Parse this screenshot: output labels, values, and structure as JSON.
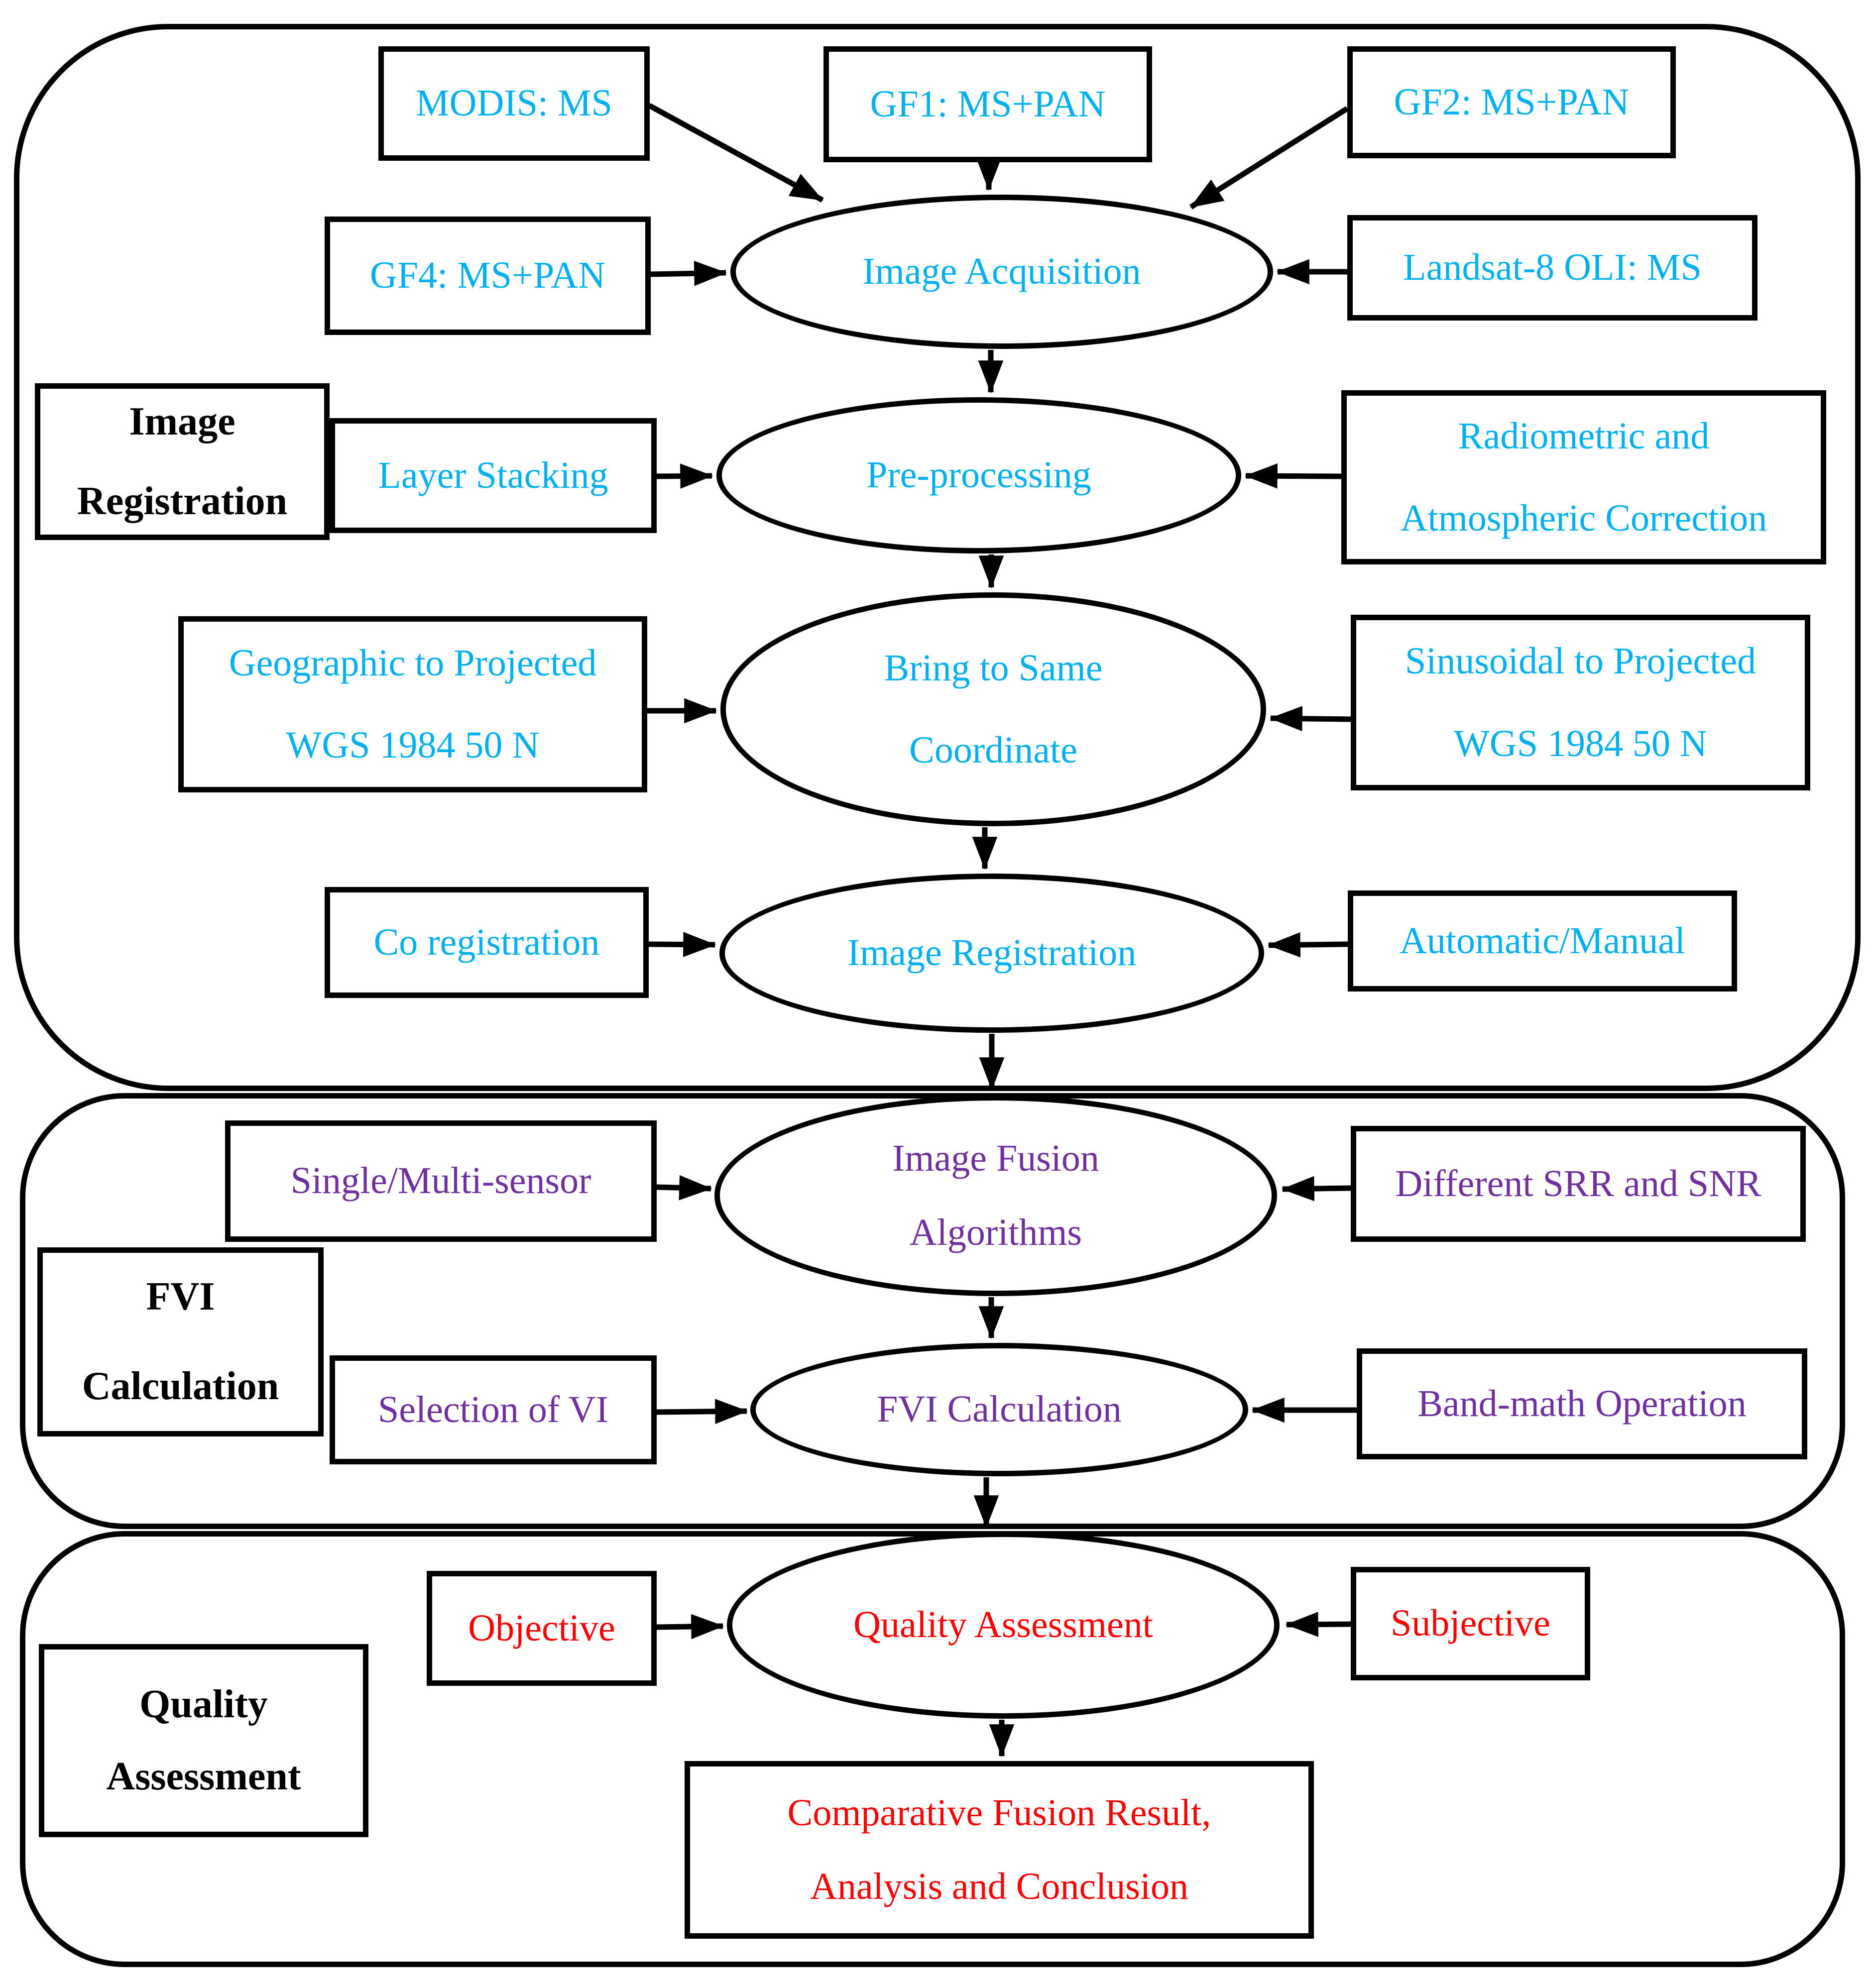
{
  "colors": {
    "cyan": "#00B0F0",
    "purple": "#7030A0",
    "red": "#FF0000",
    "line": "#000000",
    "bg": "#FFFFFF"
  },
  "s1": {
    "label": {
      "line1": "Image",
      "line2": "Registration"
    },
    "modis": "MODIS: MS",
    "gf1": "GF1: MS+PAN",
    "gf2": "GF2: MS+PAN",
    "gf4": "GF4: MS+PAN",
    "landsat": "Landsat-8 OLI: MS",
    "acquisition": "Image Acquisition",
    "layer_stacking": "Layer Stacking",
    "preprocessing": "Pre-processing",
    "radiometric": {
      "line1": "Radiometric and",
      "line2": "Atmospheric Correction"
    },
    "geographic": {
      "line1": "Geographic to Projected",
      "line2": "WGS 1984 50 N"
    },
    "bring": {
      "line1": "Bring to Same",
      "line2": "Coordinate"
    },
    "sinusoidal": {
      "line1": "Sinusoidal to Projected",
      "line2": "WGS 1984 50 N"
    },
    "co_registration": "Co registration",
    "registration_ellipse": "Image Registration",
    "automatic_manual": "Automatic/Manual"
  },
  "s2": {
    "label": {
      "line1": "FVI",
      "line2": "Calculation"
    },
    "single_multi": "Single/Multi-sensor",
    "fusion": {
      "line1": "Image Fusion",
      "line2": "Algorithms"
    },
    "different_srr": "Different SRR and SNR",
    "selection_vi": "Selection of VI",
    "fvi_calc": "FVI Calculation",
    "band_math": "Band-math Operation"
  },
  "s3": {
    "label": {
      "line1": "Quality",
      "line2": "Assessment"
    },
    "objective": "Objective",
    "quality_assessment": "Quality Assessment",
    "subjective": "Subjective",
    "comparative": {
      "line1": "Comparative Fusion Result,",
      "line2": "Analysis and Conclusion"
    }
  }
}
